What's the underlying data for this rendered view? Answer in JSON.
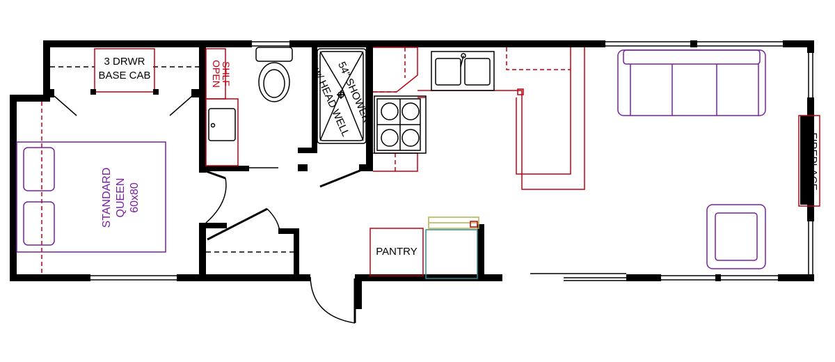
{
  "labels": {
    "base_cab_line1": "3 DRWR",
    "base_cab_line2": "BASE CAB",
    "open_shelf_line1": "OPEN",
    "open_shelf_line2": "SHLF",
    "shower_line1": "54\" SHOWER",
    "shower_line2": "w/ HEAD WELL",
    "bed_line1": "STANDARD",
    "bed_line2": "QUEEN",
    "bed_line3": "60x80",
    "pantry": "PANTRY",
    "fireplace": "FIREPLACE"
  },
  "colors": {
    "wall": "#000000",
    "cabinet": "#c0000f",
    "furniture": "#7a1fa6",
    "fridge": "#2a8f8f",
    "fridge_top": "#b5b04a"
  }
}
